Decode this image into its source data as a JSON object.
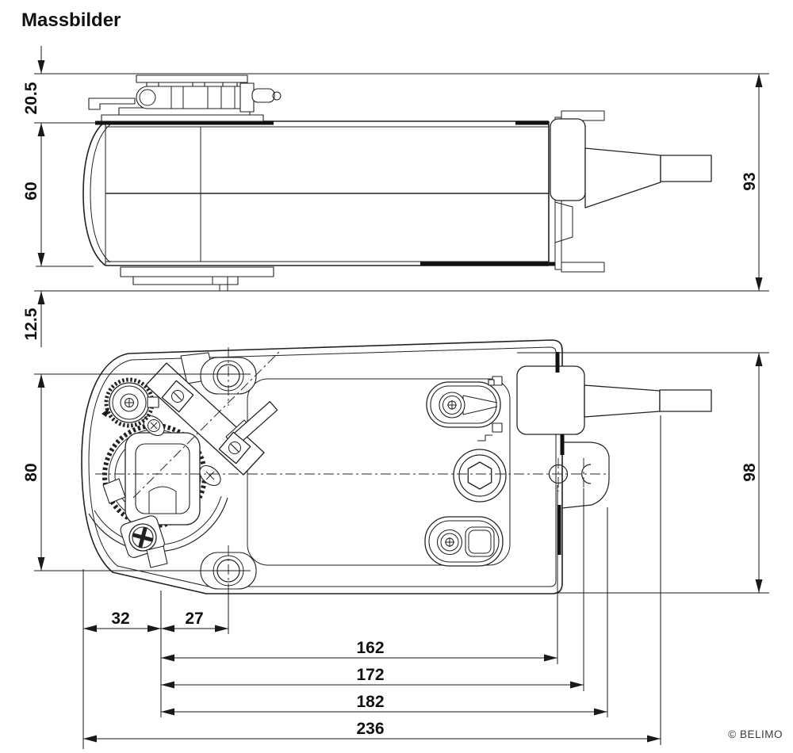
{
  "title": "Massbilder",
  "copyright": "© BELIMO",
  "colors": {
    "background": "#ffffff",
    "line": "#222222",
    "dimension": "#1a1a1a"
  },
  "side_view": {
    "dims": {
      "top_offset": "20.5",
      "body_height": "60",
      "foot_offset": "12.5",
      "overall_height": "93"
    }
  },
  "plan_view": {
    "dims": {
      "hole_spacing": "80",
      "overall_height": "98",
      "left_offset": "32",
      "hole_offset": "27",
      "length_to_index_hole": "162",
      "length_to_notch": "172",
      "length_to_flange": "182",
      "overall_length": "236"
    }
  }
}
